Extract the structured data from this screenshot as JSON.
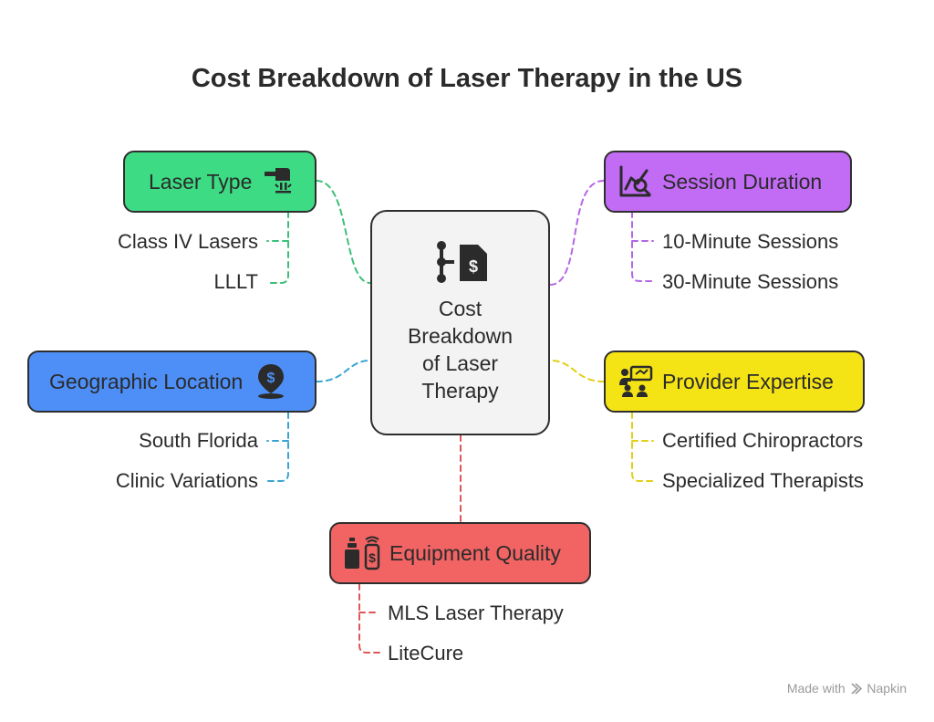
{
  "title": "Cost Breakdown of Laser Therapy in the US",
  "center": {
    "label": "Cost\nBreakdown\nof Laser\nTherapy"
  },
  "branches": {
    "laser_type": {
      "label": "Laser Type",
      "color": "#3ddc84",
      "items": [
        "Class IV Lasers",
        "LLLT"
      ]
    },
    "session_duration": {
      "label": "Session Duration",
      "color": "#c26bf5",
      "items": [
        "10-Minute Sessions",
        "30-Minute Sessions"
      ]
    },
    "geographic_location": {
      "label": "Geographic Location",
      "color": "#4d8ff7",
      "items": [
        "South Florida",
        "Clinic Variations"
      ]
    },
    "provider_expertise": {
      "label": "Provider Expertise",
      "color": "#f5e415",
      "items": [
        "Certified Chiropractors",
        "Specialized Therapists"
      ]
    },
    "equipment_quality": {
      "label": "Equipment Quality",
      "color": "#f26464",
      "items": [
        "MLS Laser Therapy",
        "LiteCure"
      ]
    }
  },
  "icons": {
    "center": "money-flow-icon",
    "laser_type": "laser-device-icon",
    "session_duration": "chart-search-icon",
    "geographic_location": "location-pin-dollar-icon",
    "provider_expertise": "presenter-audience-icon",
    "equipment_quality": "equipment-device-icon"
  },
  "footer": {
    "made_with": "Made with",
    "brand": "Napkin"
  }
}
